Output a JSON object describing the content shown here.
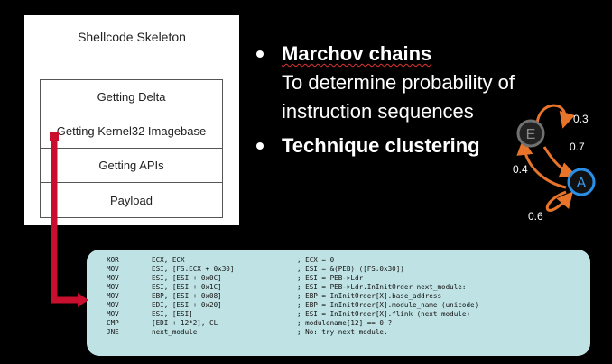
{
  "skeleton": {
    "title": "Shellcode Skeleton",
    "rows": [
      "Getting Delta",
      "Getting Kernel32 Imagebase",
      "Getting APIs",
      "Payload"
    ]
  },
  "bullets": [
    {
      "heading": "Marchov chains",
      "sub": [
        "To determine probability of",
        "instruction sequences"
      ]
    },
    {
      "heading": "Technique clustering",
      "sub": []
    }
  ],
  "markov": {
    "nodes": [
      "E",
      "A"
    ],
    "edges": [
      {
        "from": "E",
        "to": "E",
        "label": "0.3"
      },
      {
        "from": "E",
        "to": "A",
        "label": "0.7"
      },
      {
        "from": "A",
        "to": "E",
        "label": "0.4"
      },
      {
        "from": "A",
        "to": "A",
        "label": "0.6"
      }
    ],
    "colors": {
      "edge": "#e8742a",
      "node_a": "#2a8fe8",
      "node_e": "#707070"
    }
  },
  "code": [
    {
      "op": "XOR",
      "args": "ECX, ECX",
      "comment": "; ECX = 0"
    },
    {
      "op": "MOV",
      "args": "ESI, [FS:ECX + 0x30]",
      "comment": "; ESI = &(PEB) ([FS:0x30])"
    },
    {
      "op": "MOV",
      "args": "ESI, [ESI + 0x0C]",
      "comment": "; ESI = PEB->Ldr"
    },
    {
      "op": "MOV",
      "args": "ESI, [ESI + 0x1C]",
      "comment": "; ESI = PEB->Ldr.InInitOrder next_module:"
    },
    {
      "op": "MOV",
      "args": "EBP, [ESI + 0x08]",
      "comment": "; EBP = InInitOrder[X].base_address"
    },
    {
      "op": "MOV",
      "args": "EDI, [ESI + 0x20]",
      "comment": "; EBP = InInitOrder[X].module_name (unicode)"
    },
    {
      "op": "MOV",
      "args": "ESI, [ESI]",
      "comment": "; ESI = InInitOrder[X].flink (next module)"
    },
    {
      "op": "CMP",
      "args": "[EDI + 12*2], CL",
      "comment": "; modulename[12] == 0 ?"
    },
    {
      "op": "JNE",
      "args": "next_module",
      "comment": "; No: try next module."
    }
  ]
}
